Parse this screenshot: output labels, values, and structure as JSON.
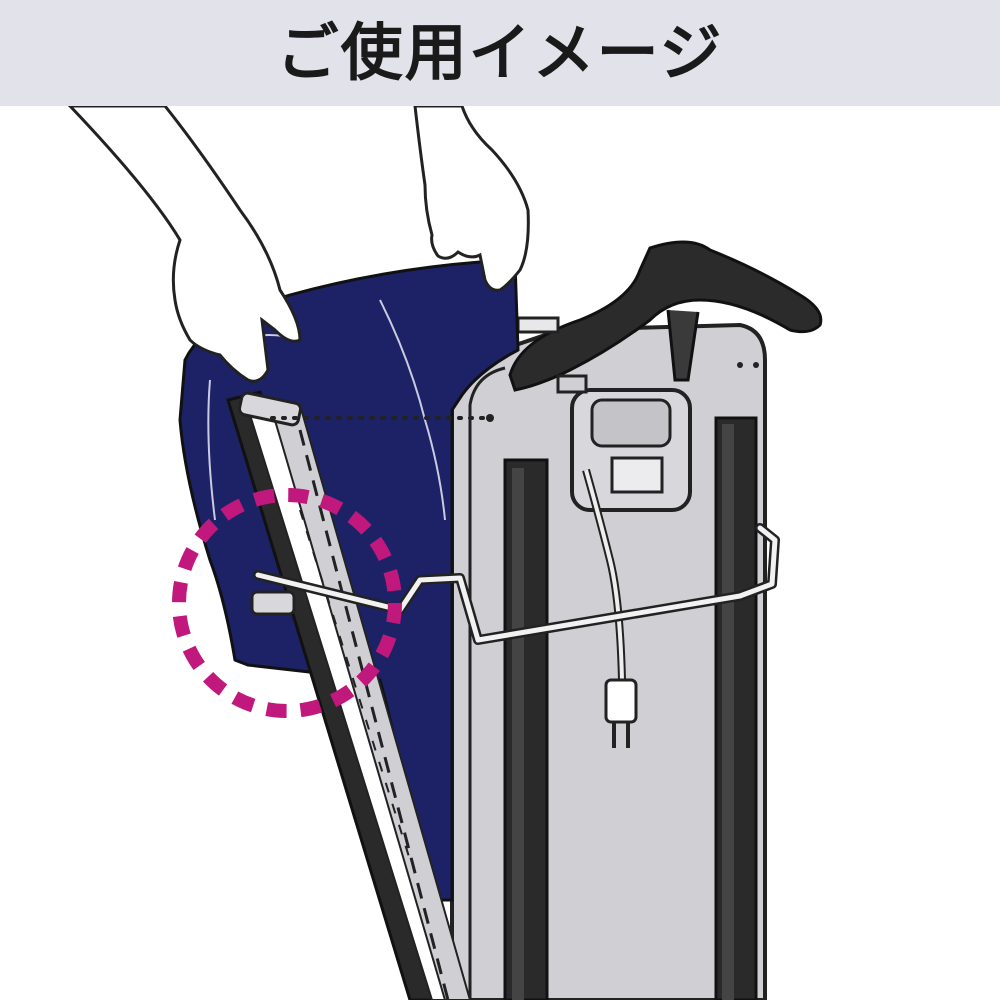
{
  "header": {
    "title": "ご使用イメージ",
    "background": "#e2e2ea"
  },
  "illustration": {
    "icons": [
      "hands",
      "trousers",
      "trouser-press",
      "hanger",
      "power-cord",
      "plug",
      "highlight-circle"
    ],
    "colors": {
      "trousers": "#1d2266",
      "panel": "#cfcfd4",
      "frame": "#2a2a2a",
      "highlight": "#c0187c"
    }
  }
}
